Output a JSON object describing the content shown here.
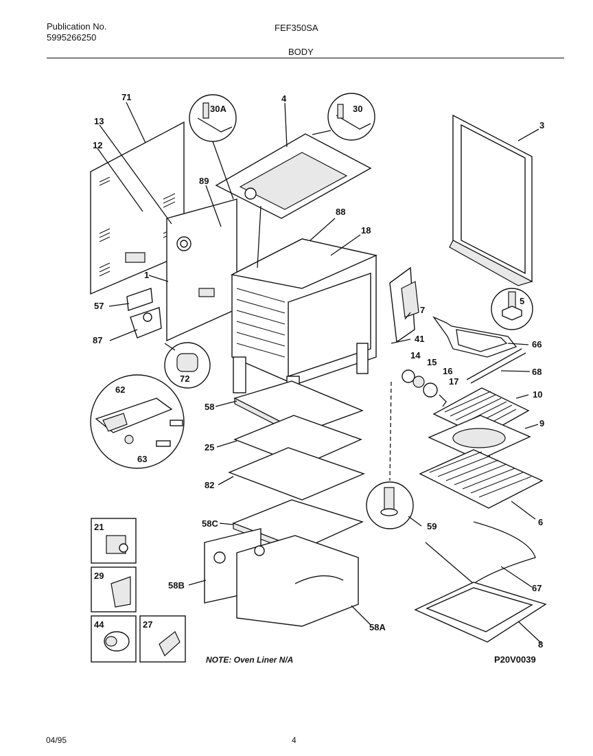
{
  "header": {
    "publication_label": "Publication No.",
    "publication_number": "5995266250",
    "model": "FEF350SA",
    "section": "BODY"
  },
  "diagram": {
    "callouts": {
      "c71": "71",
      "c13": "13",
      "c12": "12",
      "c1": "1",
      "c57": "57",
      "c87": "87",
      "c72": "72",
      "c89": "89",
      "c30A": "30A",
      "c4": "4",
      "c30": "30",
      "c88": "88",
      "c18": "18",
      "c3": "3",
      "c5": "5",
      "c7": "7",
      "c41": "41",
      "c66": "66",
      "c14": "14",
      "c15": "15",
      "c16": "16",
      "c17": "17",
      "c68": "68",
      "c10": "10",
      "c9": "9",
      "c6": "6",
      "c62": "62",
      "c63": "63",
      "c58": "58",
      "c25": "25",
      "c82": "82",
      "c58C": "58C",
      "c58B": "58B",
      "c58A": "58A",
      "c59": "59",
      "c67": "67",
      "c8": "8",
      "c21": "21",
      "c29": "29",
      "c44": "44",
      "c27": "27"
    },
    "note": "NOTE: Oven Liner N/A",
    "drawing_code": "P20V0039"
  },
  "footer": {
    "date": "04/95",
    "page": "4"
  }
}
